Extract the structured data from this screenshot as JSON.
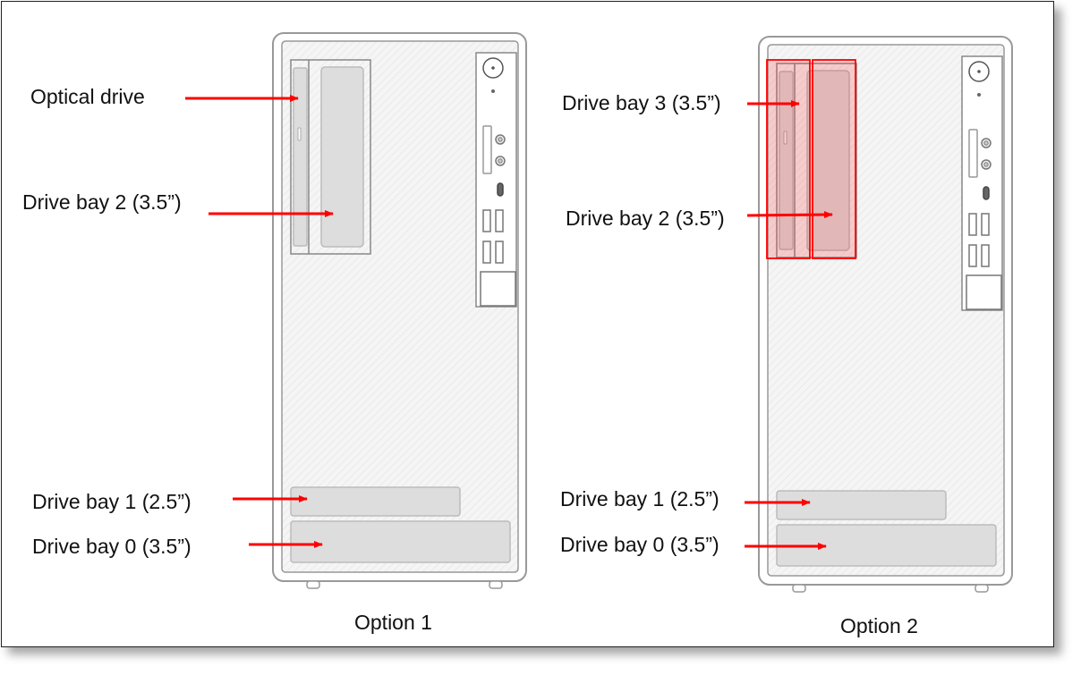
{
  "option1": {
    "caption": "Option 1",
    "labels": {
      "optical": "Optical drive",
      "bay2": "Drive bay 2 (3.5”)",
      "bay1": "Drive bay 1 (2.5”)",
      "bay0": "Drive bay 0 (3.5”)"
    }
  },
  "option2": {
    "caption": "Option 2",
    "labels": {
      "bay3": "Drive bay 3 (3.5”)",
      "bay2": "Drive bay 2 (3.5”)",
      "bay1": "Drive bay 1 (2.5”)",
      "bay0": "Drive bay 0 (3.5”)"
    }
  },
  "colors": {
    "arrow": "#ff0000",
    "highlight": "#ff0000",
    "outline": "#999999",
    "bay_fill": "#dddddd"
  }
}
